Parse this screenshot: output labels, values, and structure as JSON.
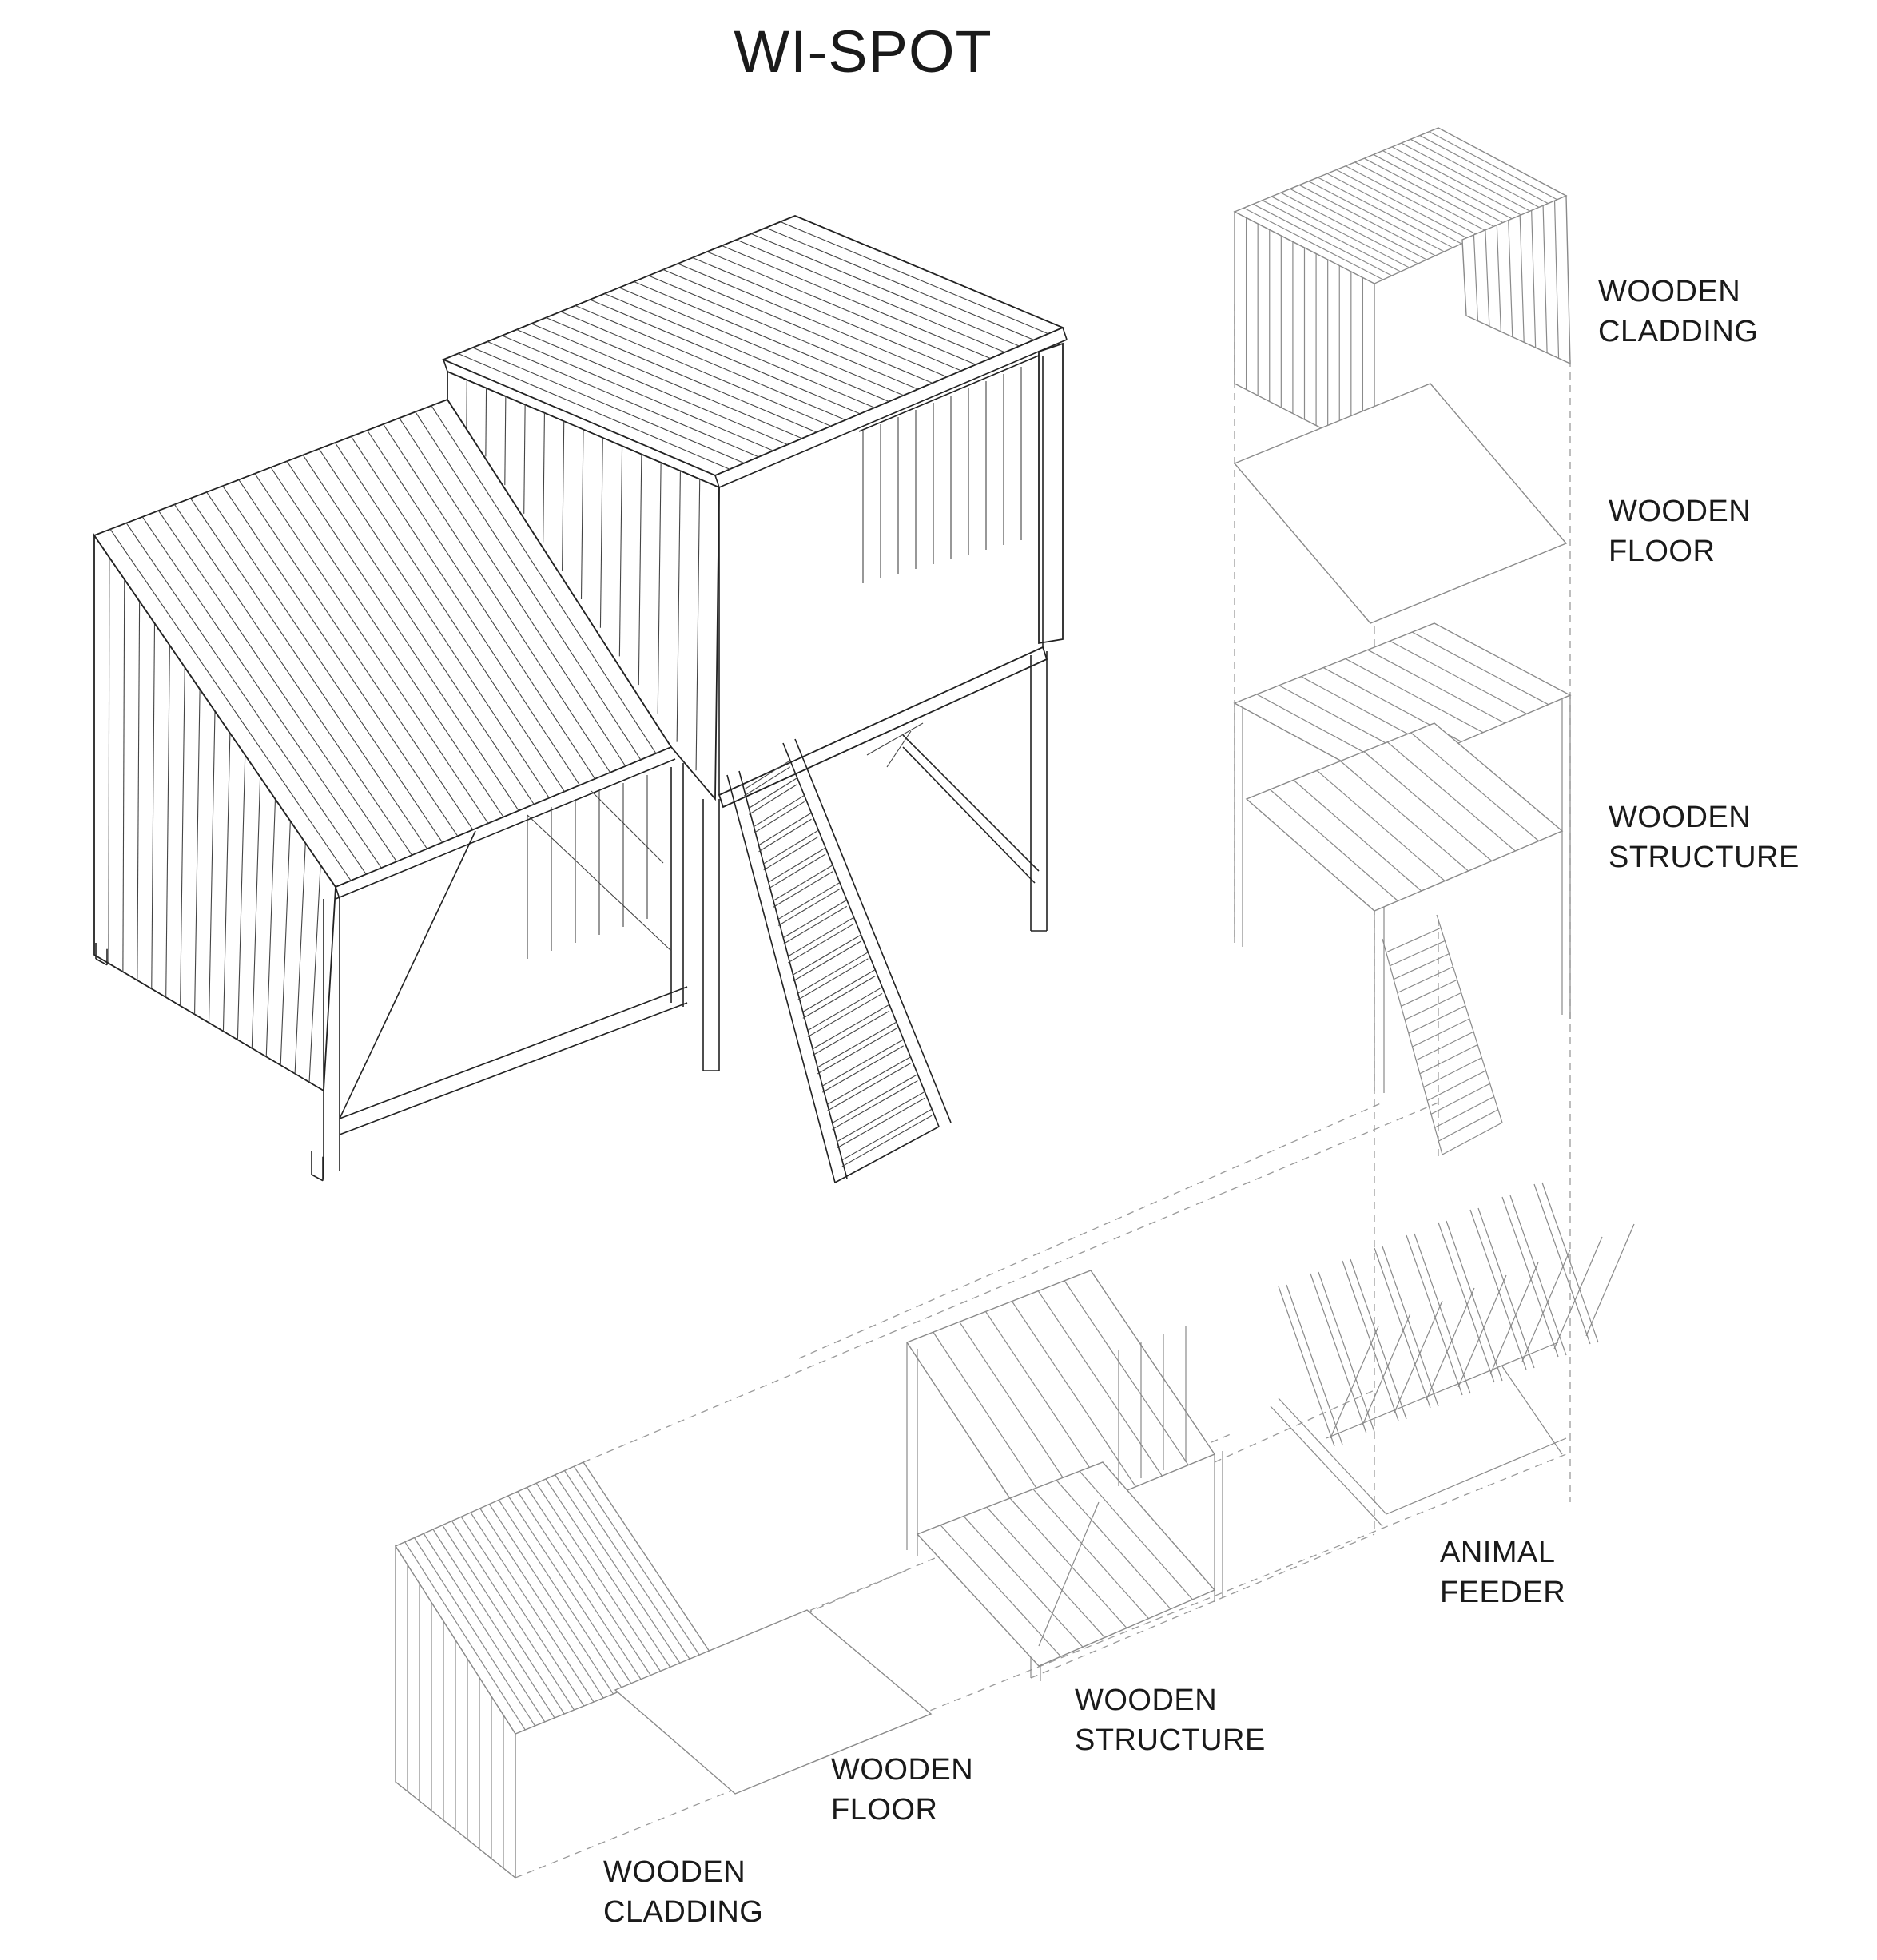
{
  "title": "WI-SPOT",
  "labels": {
    "top_cladding": [
      "WOODEN",
      "CLADDING"
    ],
    "top_floor": [
      "WOODEN",
      "FLOOR"
    ],
    "top_structure": [
      "WOODEN",
      "STRUCTURE"
    ],
    "animal_feeder": [
      "ANIMAL",
      "FEEDER"
    ],
    "bottom_structure": [
      "WOODEN",
      "STRUCTURE"
    ],
    "bottom_floor": [
      "WOODEN",
      "FLOOR"
    ],
    "bottom_cladding": [
      "WOODEN",
      "CLADDING"
    ]
  }
}
